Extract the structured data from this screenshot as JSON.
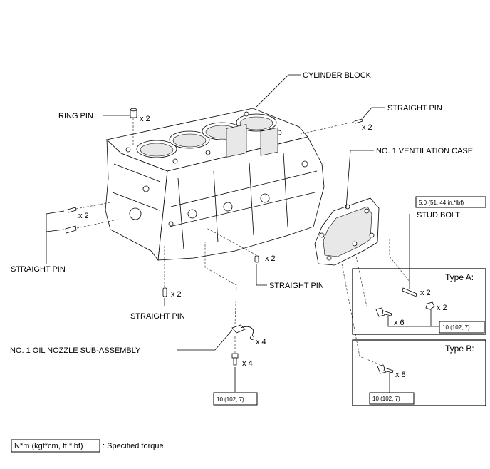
{
  "labels": {
    "cylinder_block": "CYLINDER BLOCK",
    "ring_pin": "RING PIN",
    "ring_pin_qty": "x 2",
    "straight_pin_top": "STRAIGHT PIN",
    "straight_pin_top_qty": "x 2",
    "ventilation_case": "NO. 1 VENTILATION CASE",
    "straight_pin_left": "STRAIGHT PIN",
    "straight_pin_left_qty": "x 2",
    "straight_pin_mid": "STRAIGHT PIN",
    "straight_pin_mid_qty": "x 2",
    "straight_pin_bottom": "STRAIGHT PIN",
    "straight_pin_bottom_qty": "x 2",
    "oil_nozzle": "NO. 1 OIL NOZZLE SUB-ASSEMBLY",
    "oil_nozzle_qty": "x 4",
    "oil_nozzle_bolt_qty": "x 4",
    "oil_nozzle_torque": "10 (102, 7)",
    "stud_bolt": "STUD BOLT",
    "stud_bolt_torque": "5.0 (51, 44 in.*lbf)"
  },
  "type_a": {
    "title": "Type A:",
    "stud_qty": "x 2",
    "nut_qty": "x 2",
    "bolt_qty": "x 6",
    "torque": "10 (102, 7)"
  },
  "type_b": {
    "title": "Type B:",
    "bolt_qty": "x 8",
    "torque": "10 (102, 7)"
  },
  "legend": {
    "unit": "N*m (kgf*cm, ft.*lbf)",
    "description": ": Specified torque"
  }
}
